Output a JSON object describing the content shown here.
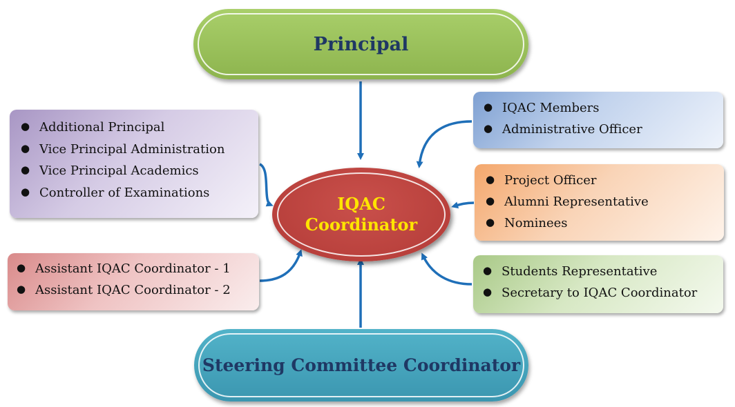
{
  "top_node": {
    "label": "Principal",
    "color": "#9bc25b"
  },
  "center_node": {
    "line1": "IQAC",
    "line2": "Coordinator",
    "color": "#c0504d",
    "text_color": "#ffe500"
  },
  "bottom_node": {
    "label": "Steering Committee Coordinator",
    "color": "#4bacc6"
  },
  "left_top_box": {
    "color": "#b1a0c7",
    "items": [
      "Additional Principal",
      "Vice Principal  Administration",
      "Vice Principal Academics",
      "Controller of Examinations"
    ]
  },
  "left_bottom_box": {
    "color": "#e6a6a6",
    "items": [
      "Assistant IQAC Coordinator - 1",
      "Assistant IQAC Coordinator - 2"
    ]
  },
  "right_box_1": {
    "color": "#95b3d7",
    "items": [
      "IQAC Members",
      "Administrative Officer"
    ]
  },
  "right_box_2": {
    "color": "#f7b887",
    "items": [
      "Project Officer",
      "Alumni Representative",
      "Nominees"
    ]
  },
  "right_box_3": {
    "color": "#c3d69b",
    "items": [
      "Students Representative",
      "Secretary to IQAC Coordinator"
    ]
  },
  "connector_color": "#1f6fb8"
}
